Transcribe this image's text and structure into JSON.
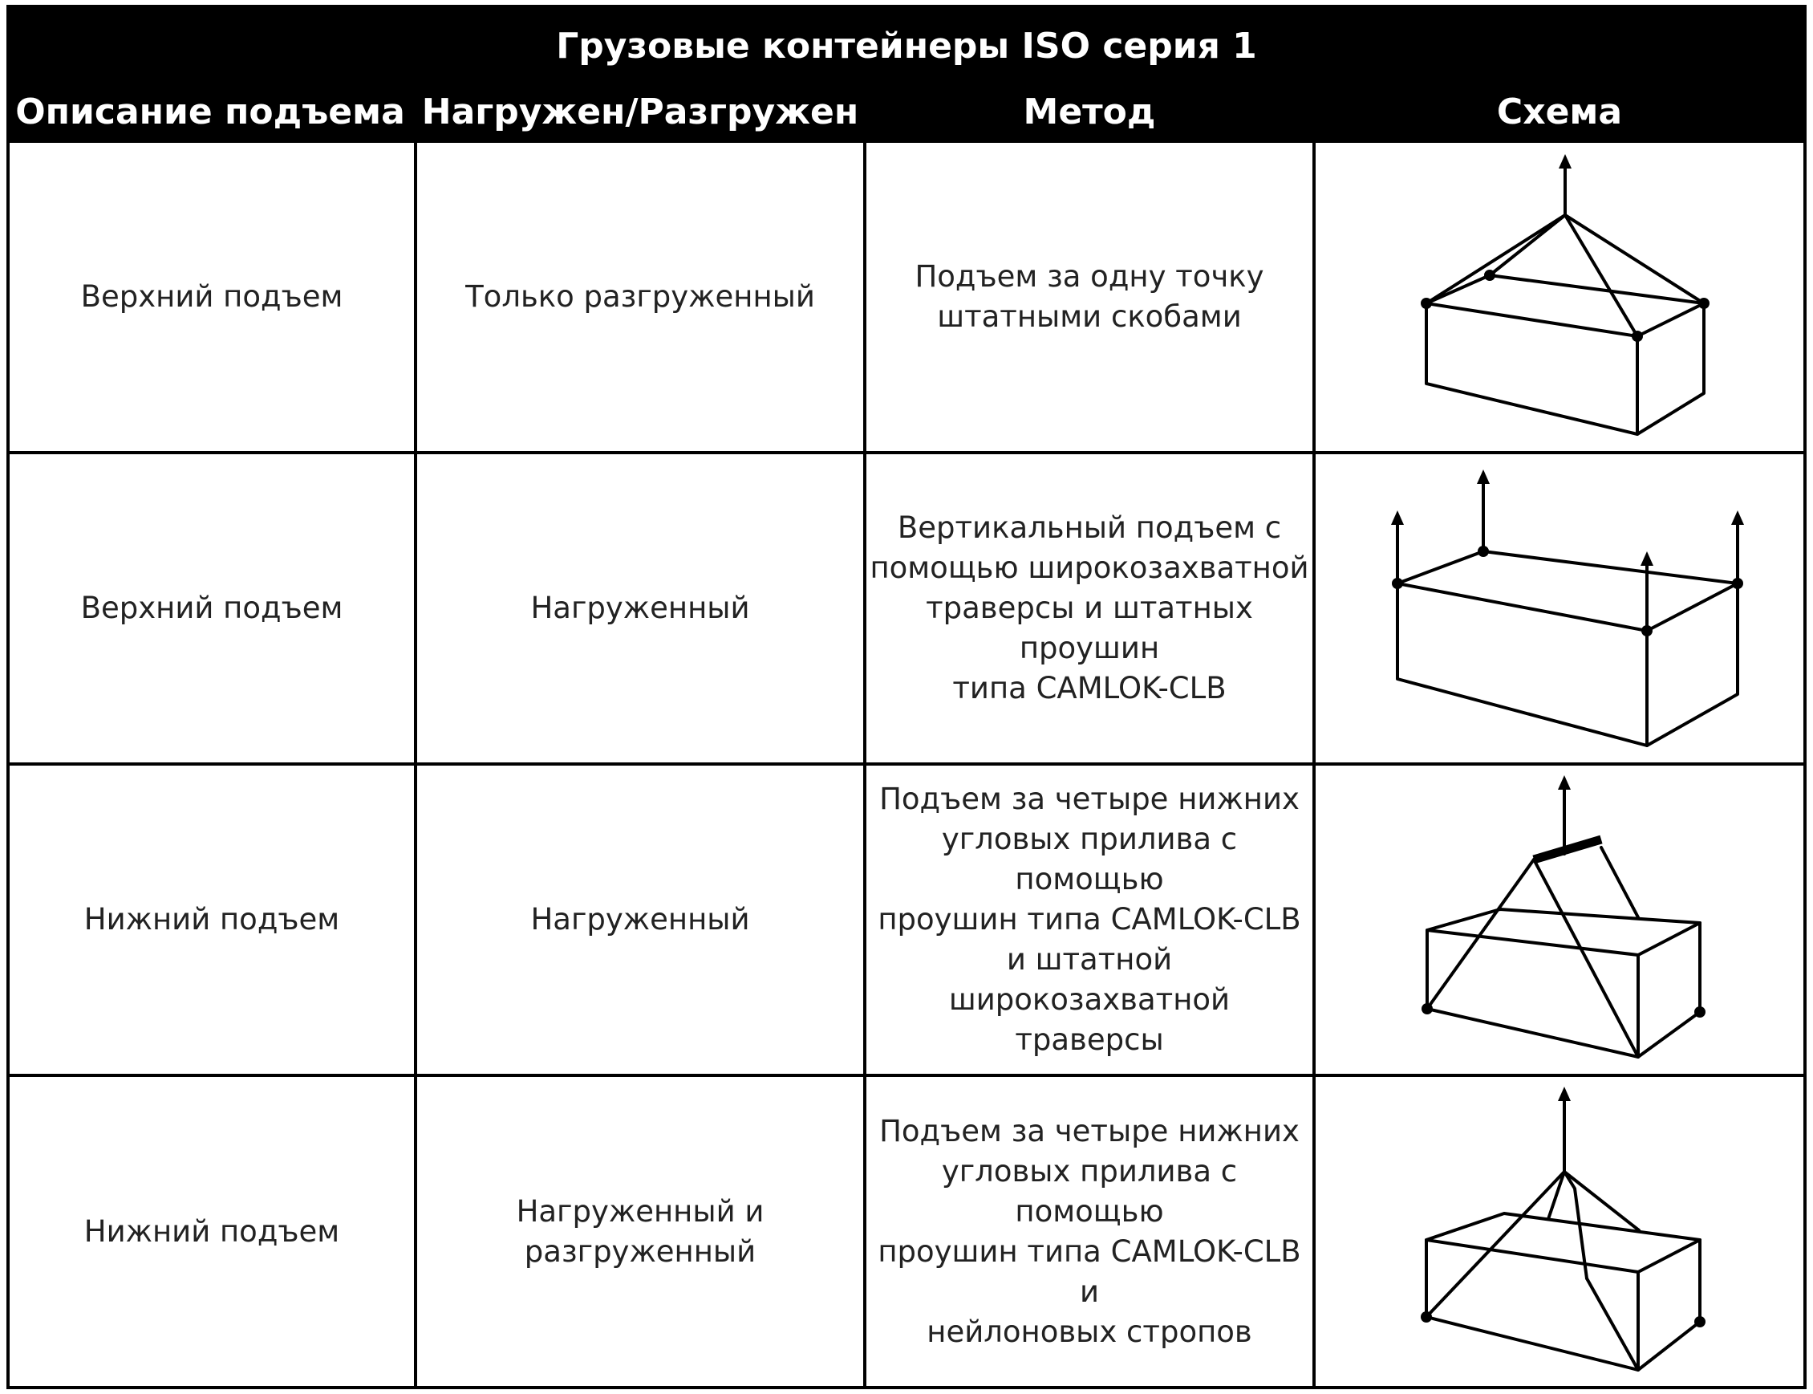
{
  "table": {
    "title": "Грузовые контейнеры ISO серия 1",
    "headers": [
      "Описание подъема",
      "Нагружен/Разгружен",
      "Метод",
      "Схема"
    ],
    "rows": [
      {
        "description": "Верхний подъем",
        "loaded_state": [
          "Только разгруженный"
        ],
        "method": [
          "Подъем за одну точку",
          "штатными скобами"
        ],
        "diagram": "single-point-top-lift-icon"
      },
      {
        "description": "Верхний подъем",
        "loaded_state": [
          "Нагруженный"
        ],
        "method": [
          "Вертикальный подъем с",
          "помощью широкозахватной",
          "траверсы и штатных проушин",
          "типа CAMLOK-CLB"
        ],
        "diagram": "vertical-spreader-top-lift-icon"
      },
      {
        "description": "Нижний подъем",
        "loaded_state": [
          "Нагруженный"
        ],
        "method": [
          "Подъем за четыре нижних",
          "угловых прилива с помощью",
          "проушин типа CAMLOK-CLB",
          "и штатной широкозахватной",
          "траверсы"
        ],
        "diagram": "bottom-lift-spreader-icon"
      },
      {
        "description": "Нижний подъем",
        "loaded_state": [
          "Нагруженный и",
          "разгруженный"
        ],
        "method": [
          "Подъем за четыре нижних",
          "угловых прилива с помощью",
          "проушин типа  CAMLOK-CLB и",
          "нейлоновых стропов"
        ],
        "diagram": "bottom-lift-sling-icon"
      }
    ]
  },
  "colors": {
    "header_bg": "#000000",
    "header_text": "#ffffff",
    "body_text": "#222222",
    "lines": "#000000"
  }
}
